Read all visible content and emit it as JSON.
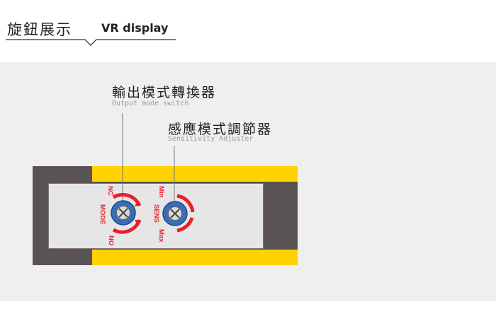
{
  "header": {
    "title_zh": "旋鈕展示",
    "title_en": "VR display"
  },
  "callouts": {
    "output_mode": {
      "label_zh": "輸出模式轉換器",
      "label_en": "Output mode switch"
    },
    "sensitivity": {
      "label_zh": "感應模式調節器",
      "label_en": "Sensitivity Adjuster"
    }
  },
  "knob_mode": {
    "top_label": "NC",
    "side_label": "MODE",
    "bottom_label": "NO"
  },
  "knob_sens": {
    "top_label": "Min",
    "side_label": "SENS",
    "bottom_label": "Max"
  },
  "colors": {
    "housing": "#595353",
    "yellow": "#ffd200",
    "window": "#e6e6e6",
    "knob_blue": "#3a6db5",
    "arc_red": "#e8202a"
  }
}
